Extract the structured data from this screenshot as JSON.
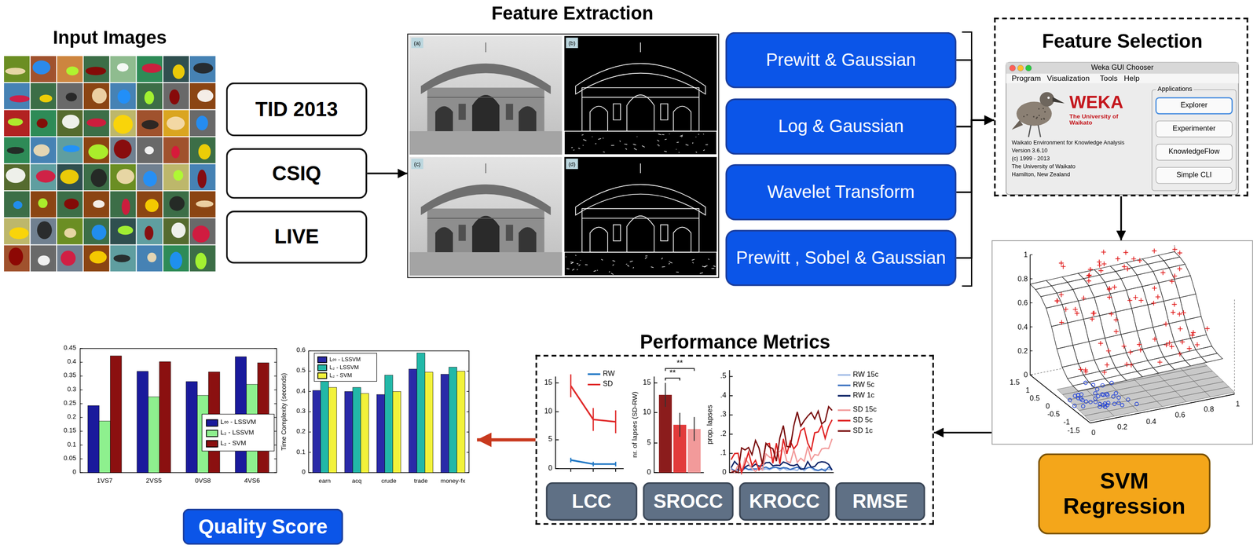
{
  "diagram": {
    "nodes": [
      {
        "text": [
          "Input Images"
        ]
      },
      {
        "text": [
          "TID 2013"
        ]
      },
      {
        "text": [
          "CSIQ"
        ]
      },
      {
        "text": [
          "LIVE"
        ]
      },
      {
        "text": [
          "Feature Extraction"
        ]
      },
      {
        "text": [
          "Prewitt & Gaussian"
        ]
      },
      {
        "text": [
          "Log & Gaussian"
        ]
      },
      {
        "text": [
          "Wavelet Transform"
        ]
      },
      {
        "text": [
          "Prewitt , Sobel & Gaussian"
        ]
      },
      {
        "text": [
          "Feature Selection"
        ]
      },
      {
        "text": [
          "1",
          "0.8",
          "0.6",
          "0.4",
          "0.2",
          "0",
          "1.5",
          "1",
          "0.5",
          "0",
          "-0.5",
          "-1",
          "-1.5",
          "0",
          "0.2",
          "0.4",
          "0.6",
          "0.8",
          "1"
        ]
      },
      {
        "text": [
          "SVM Regression"
        ]
      },
      {
        "text": [
          "Performance Metrics"
        ]
      },
      {
        "text": [
          "LCC"
        ],
        "in": 12
      },
      {
        "text": [
          "SROCC"
        ],
        "in": 12
      },
      {
        "text": [
          "KROCC"
        ],
        "in": 12
      },
      {
        "text": [
          "RMSE"
        ],
        "in": 12
      },
      {
        "text": [
          "0.45",
          "0.4",
          "0.35",
          "0.3",
          "0.25",
          "0.2",
          "0.15",
          "0.1",
          "0.05",
          "0",
          "1VS7",
          "2VS5",
          "0VS8",
          "4VS6",
          "Time Complexity (seconds)",
          "0.6",
          "0.5",
          "0.4",
          "0.3",
          "0.2",
          "0.1",
          "0",
          "earn",
          "acq",
          "crude",
          "trade",
          "money-fx"
        ]
      },
      {
        "text": [
          "Quality Score"
        ]
      }
    ],
    "edges": [
      {
        "from": 2,
        "to": 4,
        "arrow": "to"
      },
      {
        "from": 5,
        "to": 9,
        "arrow": "to"
      },
      {
        "from": 6,
        "to": 9,
        "arrow": "to"
      },
      {
        "from": 7,
        "to": 9,
        "arrow": "to"
      },
      {
        "from": 8,
        "to": 9,
        "arrow": "to"
      },
      {
        "from": 9,
        "to": 10,
        "arrow": "to"
      },
      {
        "from": 10,
        "to": 12,
        "arrow": "to"
      },
      {
        "from": 12,
        "to": 17,
        "arrow": "to"
      }
    ],
    "labels": [
      "(a)",
      "(b)",
      "(c)",
      "(d)",
      "Weka GUI Chooser",
      "Program",
      "Visualization",
      "Tools",
      "Help",
      "WEKA",
      "The University of Waikato",
      "Waikato Environment for Knowledge Analysis",
      "Version 3.6.10",
      "(c) 1999 - 2013",
      "The University of Waikato",
      "Hamilton, New Zealand",
      "Applications",
      "Explorer",
      "Experimenter",
      "KnowledgeFlow",
      "Simple CLI",
      "15",
      "10",
      "5",
      "0",
      "nr. of lapses (SD-RW)",
      "**",
      "**",
      "15",
      "10",
      "5",
      "0",
      "prop. lapses",
      ".5",
      ".4",
      ".3",
      ".2",
      ".1",
      "0"
    ],
    "legend": [
      {
        "text": "L∞ - LSSVM",
        "color": "#1a1a9c"
      },
      {
        "text": "L₂ - LSSVM",
        "color": "#8ef08e"
      },
      {
        "text": "L₂ - SVM",
        "color": "#8b1010"
      },
      {
        "text": "L∞ - LSSVM",
        "color": "#2a2aa8"
      },
      {
        "text": "L₂ - LSSVM",
        "color": "#22b8a8"
      },
      {
        "text": "L₂ - SVM",
        "color": "#f2f23a"
      },
      {
        "text": "RW"
      },
      {
        "text": "SD"
      },
      {
        "text": "RW 15c"
      },
      {
        "text": "RW 5c"
      },
      {
        "text": "RW 1c"
      },
      {
        "text": "SD 15c"
      },
      {
        "text": "SD 5c"
      },
      {
        "text": "SD 1c"
      }
    ]
  }
}
